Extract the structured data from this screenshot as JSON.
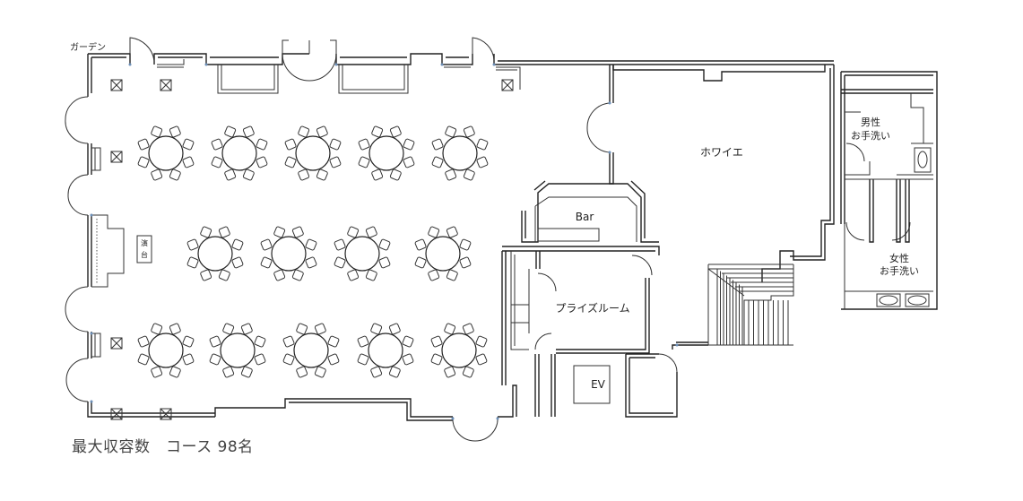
{
  "labels": {
    "garden": "ガーデン",
    "foyer": "ホワイエ",
    "mens_restroom": [
      "男性",
      "お手洗い"
    ],
    "womens_restroom": [
      "女性",
      "お手洗い"
    ],
    "bar": "Bar",
    "prize_room": "プライズルーム",
    "ev": "EV",
    "stage_sign": [
      "演",
      "台"
    ]
  },
  "caption": "最大収容数　コース 98名",
  "tables": {
    "rows": [
      5,
      4,
      5
    ],
    "seats_per_table": 8
  }
}
